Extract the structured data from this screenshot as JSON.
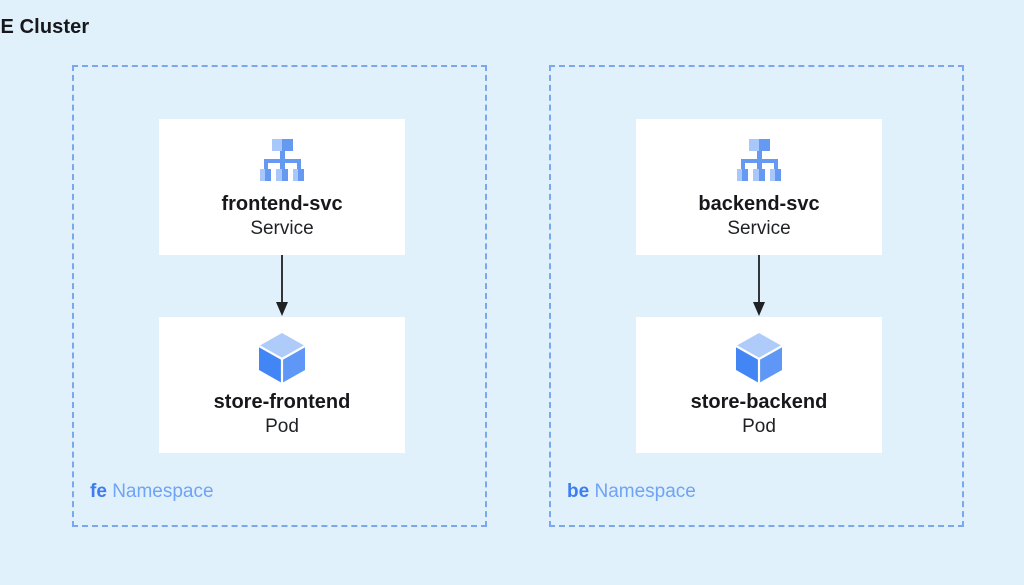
{
  "title": "KE Cluster",
  "background_color": "#e1f1fb",
  "namespace_border_color": "#7ba7f0",
  "accent_colors": {
    "icon_light_blue": "#a8c7fa",
    "icon_blue": "#6699f2",
    "pod_top_face": "#aecbfa",
    "pod_left_face": "#4285f4",
    "pod_right_face": "#5e97f6",
    "namespace_code": "#3d7df0",
    "namespace_word": "#6fa3f5",
    "arrow": "#202124"
  },
  "namespaces": [
    {
      "code": "fe",
      "word": "Namespace",
      "service": {
        "name": "frontend-svc",
        "kind": "Service",
        "icon": "service-hierarchy-icon"
      },
      "pod": {
        "name": "store-frontend",
        "kind": "Pod",
        "icon": "pod-cube-icon"
      },
      "connector": "arrow-down"
    },
    {
      "code": "be",
      "word": "Namespace",
      "service": {
        "name": "backend-svc",
        "kind": "Service",
        "icon": "service-hierarchy-icon"
      },
      "pod": {
        "name": "store-backend",
        "kind": "Pod",
        "icon": "pod-cube-icon"
      },
      "connector": "arrow-down"
    }
  ]
}
